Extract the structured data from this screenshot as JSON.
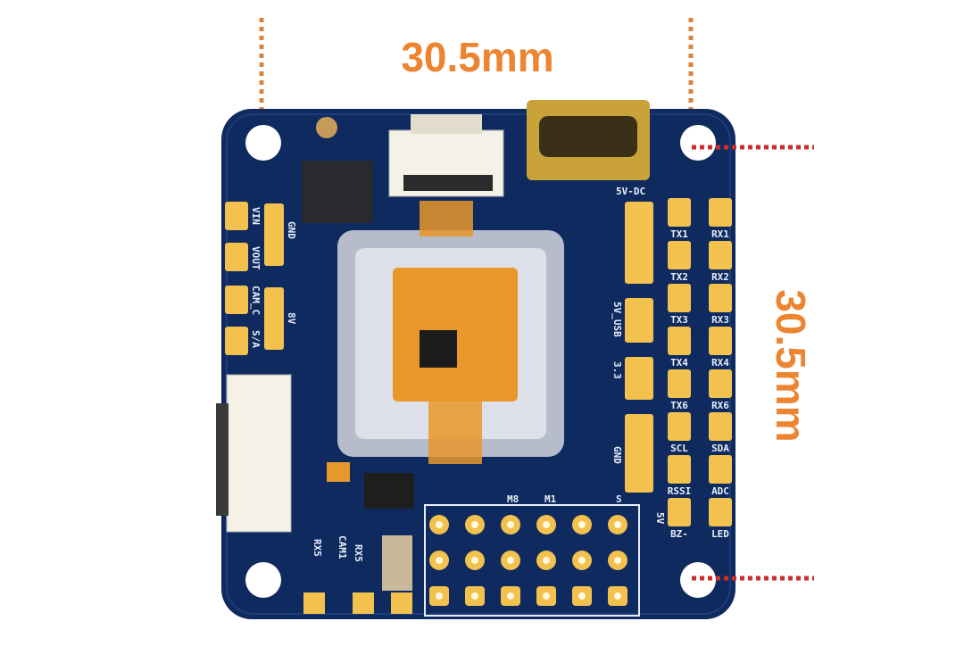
{
  "dimensions": {
    "width_label": "30.5mm",
    "height_label": "30.5mm"
  },
  "colors": {
    "board": "#0f2a5e",
    "pad": "#f2c14e",
    "dimension_text": "#ec8430",
    "guide_vertical": "#d9843a",
    "guide_horizontal": "#c9302c"
  },
  "silkscreen": {
    "left": [
      "VIN",
      "VOUT",
      "CAM_C",
      "S/A",
      "GND",
      "8V"
    ],
    "right_tx": [
      "TX1",
      "TX2",
      "TX3",
      "TX4",
      "TX6",
      "SCL",
      "RSSI",
      "BZ-"
    ],
    "right_rx": [
      "RX1",
      "RX2",
      "RX3",
      "RX4",
      "RX6",
      "SDA",
      "ADC",
      "LED"
    ],
    "power": [
      "5V-DC",
      "5V_USB",
      "3.3",
      "GND"
    ],
    "bottom": [
      "M8",
      "M1",
      "S",
      "5V",
      "RX5",
      "CAM1",
      "RX5"
    ]
  }
}
